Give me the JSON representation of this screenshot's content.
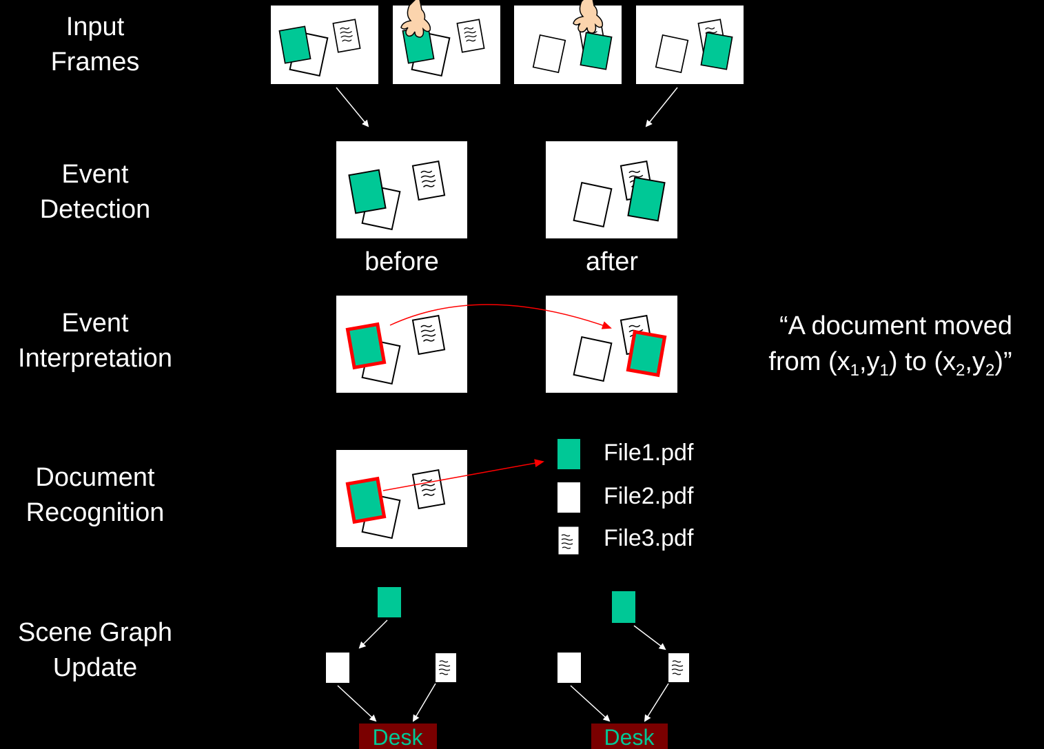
{
  "stages": [
    {
      "line1": "Input",
      "line2": "Frames"
    },
    {
      "line1": "Event",
      "line2": "Detection"
    },
    {
      "line1": "Event",
      "line2": "Interpretation"
    },
    {
      "line1": "Document",
      "line2": "Recognition"
    },
    {
      "line1": "Scene Graph",
      "line2": "Update"
    }
  ],
  "detection": {
    "before_label": "before",
    "after_label": "after"
  },
  "interpretation_quote": {
    "line1": "“A document moved",
    "from_text": "from (x",
    "sub1": "1",
    "comma1": ",y",
    "sub2": "1",
    "to_text": ") to (x",
    "sub3": "2",
    "comma2": ",y",
    "sub4": "2",
    "end_text": ")”"
  },
  "recognition_files": [
    {
      "label": "File1.pdf",
      "icon": "green-document-icon"
    },
    {
      "label": "File2.pdf",
      "icon": "blank-document-icon"
    },
    {
      "label": "File3.pdf",
      "icon": "text-document-icon"
    }
  ],
  "scene_graph": {
    "root_label": "Desk"
  },
  "colors": {
    "background": "#000000",
    "document_green": "#00c896",
    "highlight_red": "#ff0000",
    "desk_fill": "#7a0000",
    "desk_text": "#00c896",
    "hand_skin": "#fbd4ad"
  }
}
